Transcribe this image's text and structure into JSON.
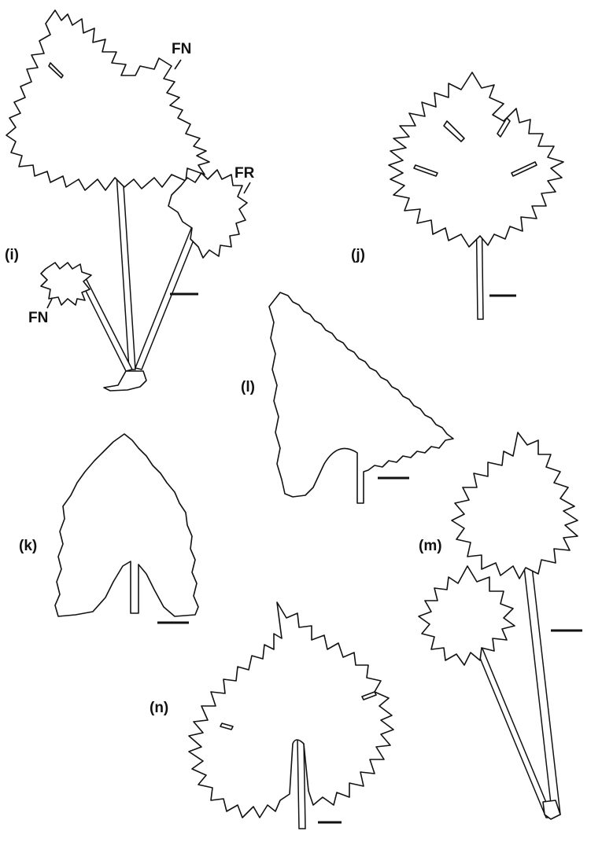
{
  "figure": {
    "panels": [
      {
        "id": "i",
        "label": "(i)",
        "annotations": [
          "FN",
          "FR",
          "FN"
        ]
      },
      {
        "id": "j",
        "label": "(j)",
        "annotations": []
      },
      {
        "id": "k",
        "label": "(k)",
        "annotations": []
      },
      {
        "id": "l",
        "label": "(l)",
        "annotations": []
      },
      {
        "id": "m",
        "label": "(m)",
        "annotations": []
      },
      {
        "id": "n",
        "label": "(n)",
        "annotations": []
      }
    ]
  },
  "colors": {
    "ink": "#111111",
    "background": "#ffffff"
  }
}
